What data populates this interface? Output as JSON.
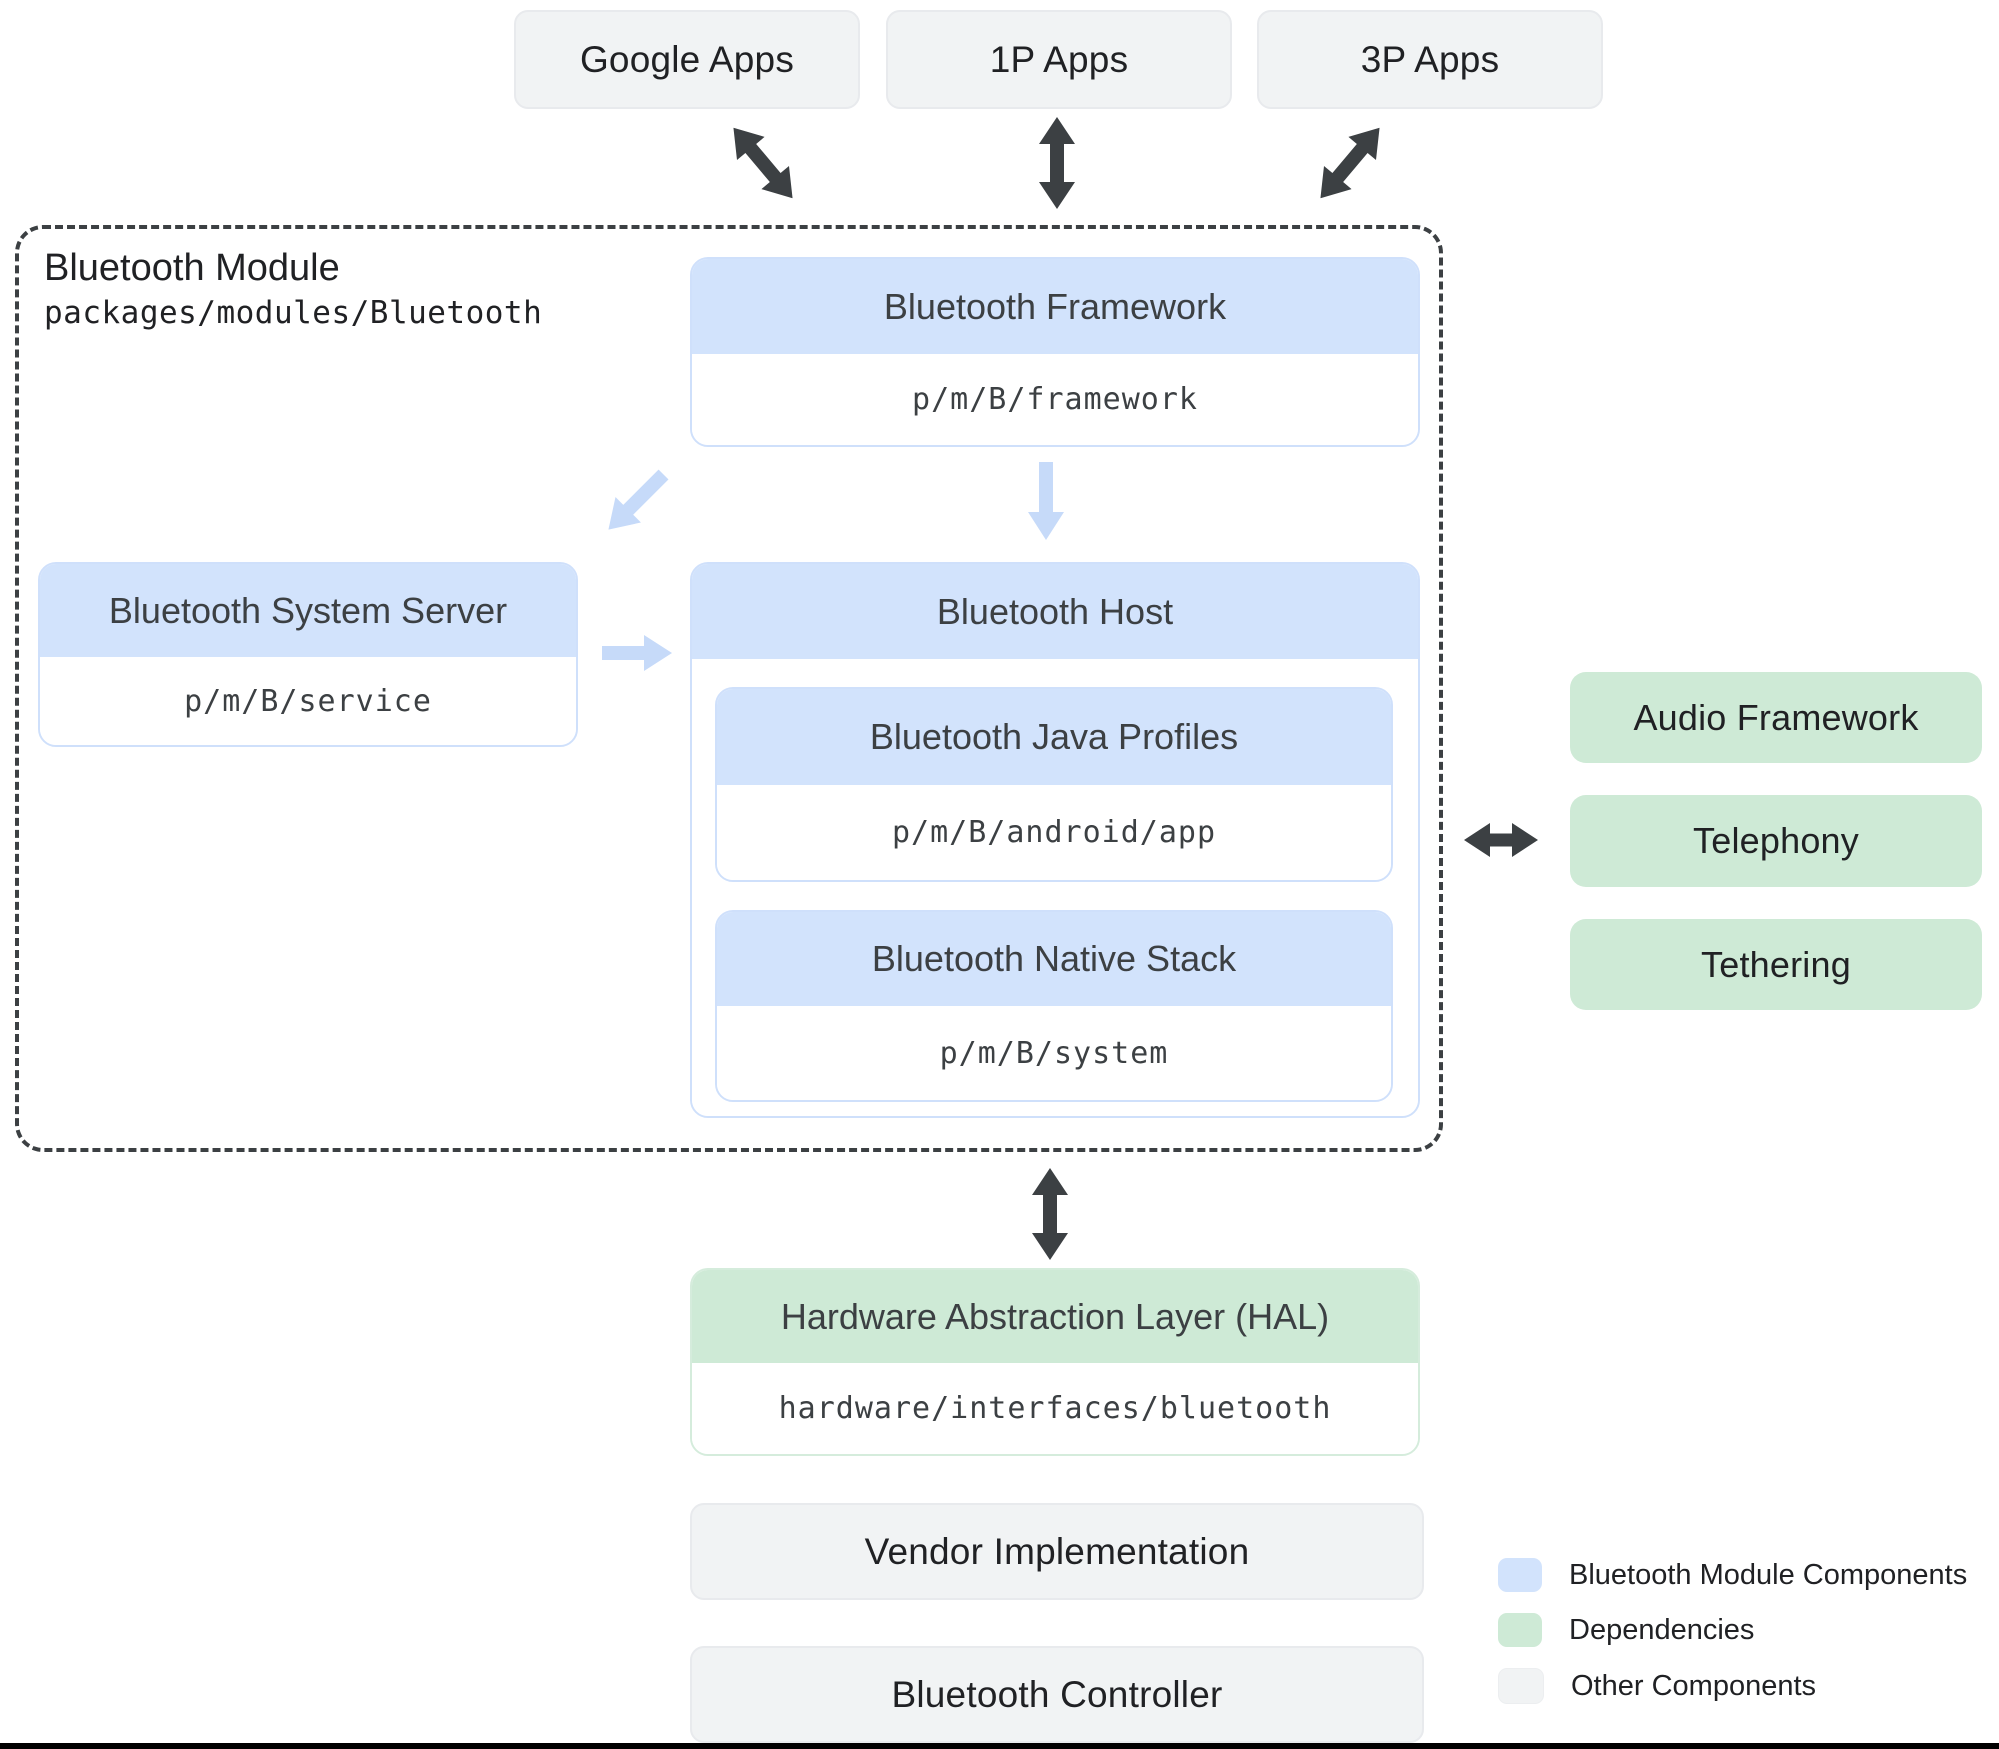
{
  "top_apps": [
    {
      "label": "Google Apps"
    },
    {
      "label": "1P Apps"
    },
    {
      "label": "3P Apps"
    }
  ],
  "module": {
    "title": "Bluetooth Module",
    "path": "packages/modules/Bluetooth"
  },
  "cards": {
    "framework": {
      "title": "Bluetooth Framework",
      "path": "p/m/B/framework"
    },
    "system_server": {
      "title": "Bluetooth System Server",
      "path": "p/m/B/service"
    },
    "host": {
      "title": "Bluetooth Host"
    },
    "java_profiles": {
      "title": "Bluetooth Java Profiles",
      "path": "p/m/B/android/app"
    },
    "native_stack": {
      "title": "Bluetooth Native Stack",
      "path": "p/m/B/system"
    },
    "hal": {
      "title": "Hardware Abstraction Layer (HAL)",
      "path": "hardware/interfaces/bluetooth"
    }
  },
  "dependencies": [
    {
      "label": "Audio Framework"
    },
    {
      "label": "Telephony"
    },
    {
      "label": "Tethering"
    }
  ],
  "other_components": [
    {
      "label": "Vendor Implementation"
    },
    {
      "label": "Bluetooth Controller"
    }
  ],
  "legend": [
    {
      "label": "Bluetooth Module Components",
      "color": "#d2e3fc"
    },
    {
      "label": "Dependencies",
      "color": "#ceead6"
    },
    {
      "label": "Other Components",
      "color": "#f1f3f4"
    }
  ],
  "colors": {
    "module_component_fill": "#d2e3fc",
    "dependency_fill": "#ceead6",
    "other_fill": "#f1f3f4",
    "dark_arrow": "#3c4043",
    "light_arrow": "#c6daf9",
    "header_text": "#3c4043",
    "body_text": "#202124"
  }
}
